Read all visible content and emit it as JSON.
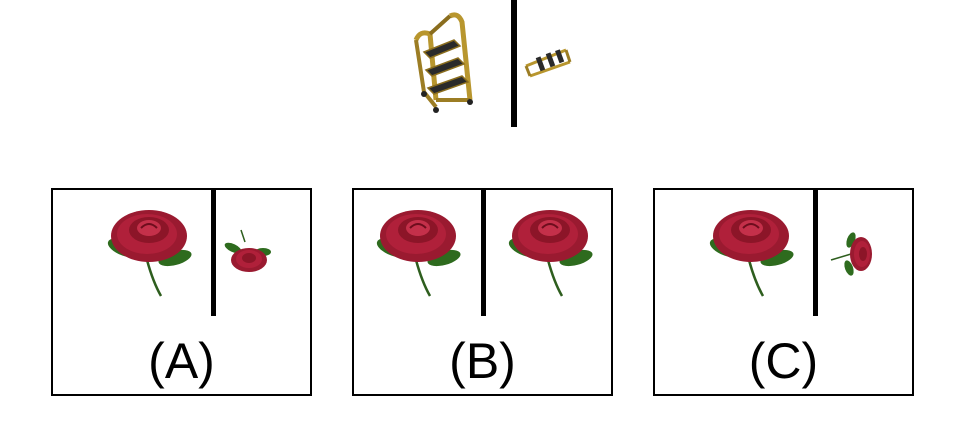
{
  "reference": {
    "left_image": "step-ladder-upright",
    "right_image": "step-ladder-rotated"
  },
  "options": [
    {
      "label": "(A)",
      "left_image": "rose-upright",
      "right_image": "rose-rotated-small"
    },
    {
      "label": "(B)",
      "left_image": "rose-upright",
      "right_image": "rose-upright"
    },
    {
      "label": "(C)",
      "left_image": "rose-upright",
      "right_image": "rose-rotated-sideways"
    }
  ],
  "colors": {
    "rose_petal": "#b0203a",
    "rose_petal_dark": "#7a0f22",
    "leaf": "#2e6b1e",
    "ladder_frame": "#b8962e",
    "ladder_step": "#2a2a2a"
  }
}
